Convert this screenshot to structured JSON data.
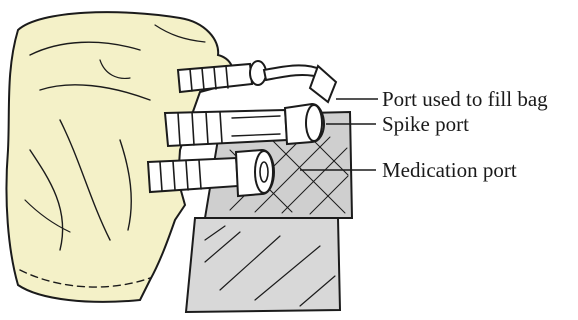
{
  "colors": {
    "bag_fill": "#f4f1c8",
    "ink": "#1b1b1b",
    "port_body": "#ffffff",
    "bottom_panel": "#d8d8d8",
    "medication_panel": "#c9c9c9"
  },
  "callouts": [
    {
      "id": "fill-port",
      "label": "Port used to fill bag"
    },
    {
      "id": "spike-port",
      "label": "Spike port"
    },
    {
      "id": "medication-port",
      "label": "Medication port"
    }
  ]
}
